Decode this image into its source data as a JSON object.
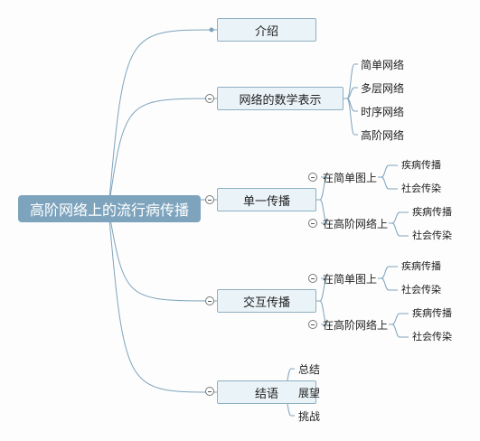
{
  "root": {
    "label": "高阶网络上的流行病传播"
  },
  "topics": [
    {
      "label": "介绍",
      "children": []
    },
    {
      "label": "网络的数学表示",
      "children": [
        {
          "label": "简单网络",
          "children": []
        },
        {
          "label": "多层网络",
          "children": []
        },
        {
          "label": "时序网络",
          "children": []
        },
        {
          "label": "高阶网络",
          "children": []
        }
      ]
    },
    {
      "label": "单一传播",
      "children": [
        {
          "label": "在简单图上",
          "children": [
            {
              "label": "疾病传播"
            },
            {
              "label": "社会传染"
            }
          ]
        },
        {
          "label": "在高阶网络上",
          "children": [
            {
              "label": "疾病传播"
            },
            {
              "label": "社会传染"
            }
          ]
        }
      ]
    },
    {
      "label": "交互传播",
      "children": [
        {
          "label": "在简单图上",
          "children": [
            {
              "label": "疾病传播"
            },
            {
              "label": "社会传染"
            }
          ]
        },
        {
          "label": "在高阶网络上",
          "children": [
            {
              "label": "疾病传播"
            },
            {
              "label": "社会传染"
            }
          ]
        }
      ]
    },
    {
      "label": "结语",
      "children": [
        {
          "label": "总结",
          "children": []
        },
        {
          "label": "展望",
          "children": []
        },
        {
          "label": "挑战",
          "children": []
        }
      ]
    }
  ],
  "colors": {
    "line": "#7ea4bd",
    "root_fill": "#7ea4bd",
    "topic_fill": "#eaf3f7",
    "topic_border": "#8fb0c2"
  }
}
